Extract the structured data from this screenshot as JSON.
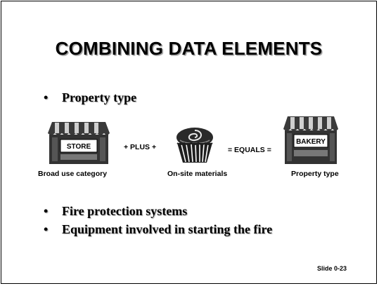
{
  "slide": {
    "title": "COMBINING DATA ELEMENTS",
    "bullets_top": [
      {
        "marker": "•",
        "text": "Property type"
      }
    ],
    "equation": {
      "store_sign": "STORE",
      "plus": "+ PLUS +",
      "equals": "= EQUALS =",
      "bakery_sign": "BAKERY",
      "captions": [
        "Broad use category",
        "On-site materials",
        "Property type"
      ],
      "icons": [
        "storefront-icon",
        "cupcake-icon",
        "storefront-icon"
      ]
    },
    "bullets_bottom": [
      {
        "marker": "•",
        "text": "Fire protection systems"
      },
      {
        "marker": "•",
        "text": "Equipment involved in starting the fire"
      }
    ],
    "footer": "Slide 0-23"
  }
}
